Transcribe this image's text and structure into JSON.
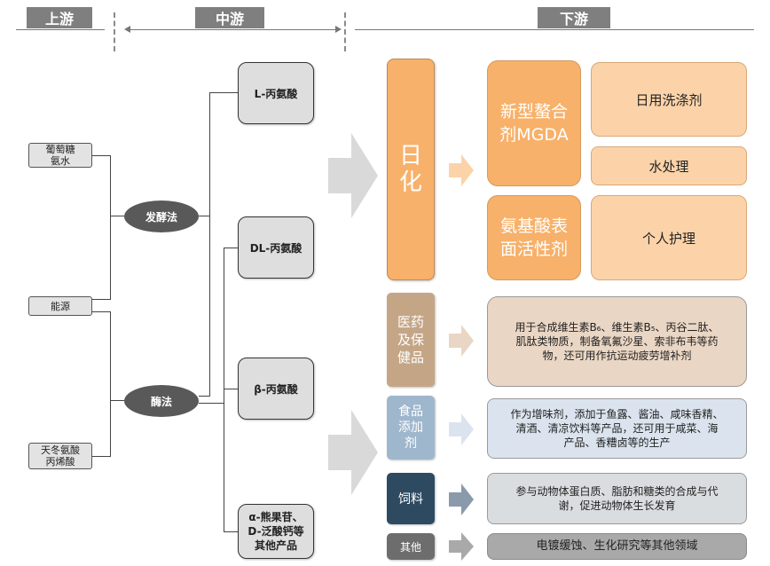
{
  "header": {
    "upstream": "上游",
    "midstream": "中游",
    "downstream": "下游"
  },
  "upstream": {
    "glucose": "葡萄糖\n氨水",
    "energy": "能源",
    "aspartic": "天冬氨酸\n丙烯酸"
  },
  "methods": {
    "fermentation": "发酵法",
    "enzyme": "酶法"
  },
  "products": {
    "l_alanine": "L-丙氨酸",
    "dl_alanine": "DL-丙氨酸",
    "beta_alanine": "β-丙氨酸",
    "others": "α-熊果苷、\nD-泛酸钙等\n其他产品"
  },
  "downstream": {
    "daily_chem": {
      "label": "日\n化",
      "mgda": "新型螯合\n剂MGDA",
      "surfactant": "氨基酸表\n面活性剂",
      "detergent": "日用洗涤剂",
      "water": "水处理",
      "personal_care": "个人护理"
    },
    "pharma": {
      "label": "医药\n及保\n健品",
      "desc": "用于合成维生素B₆、维生素B₅、丙谷二肽、\n肌肽类物质，制备氧氟沙星、索非布韦等药\n物，还可用作抗运动疲劳增补剂"
    },
    "food": {
      "label": "食品\n添加\n剂",
      "desc": "作为增味剂，添加于鱼露、酱油、咸味香精、\n清酒、清凉饮料等产品，还可用于咸菜、海\n产品、香糟卤等的生产"
    },
    "feed": {
      "label": "饲料",
      "desc": "参与动物体蛋白质、脂肪和糖类的合成与代\n谢，促进动物体生长发育"
    },
    "other": {
      "label": "其他",
      "desc": "电镀缓蚀、生化研究等其他领域"
    }
  },
  "colors": {
    "orange_strong": "#f7b16a",
    "orange_light": "#fcd3a9",
    "tan": "#c4a687",
    "tan_light": "#ead6c4",
    "steel": "#9fb7cd",
    "steel_light": "#dbe4ee",
    "navy": "#2e4a61",
    "grey_dark": "#6d6d6d",
    "grey_light": "#a9a9a9"
  }
}
